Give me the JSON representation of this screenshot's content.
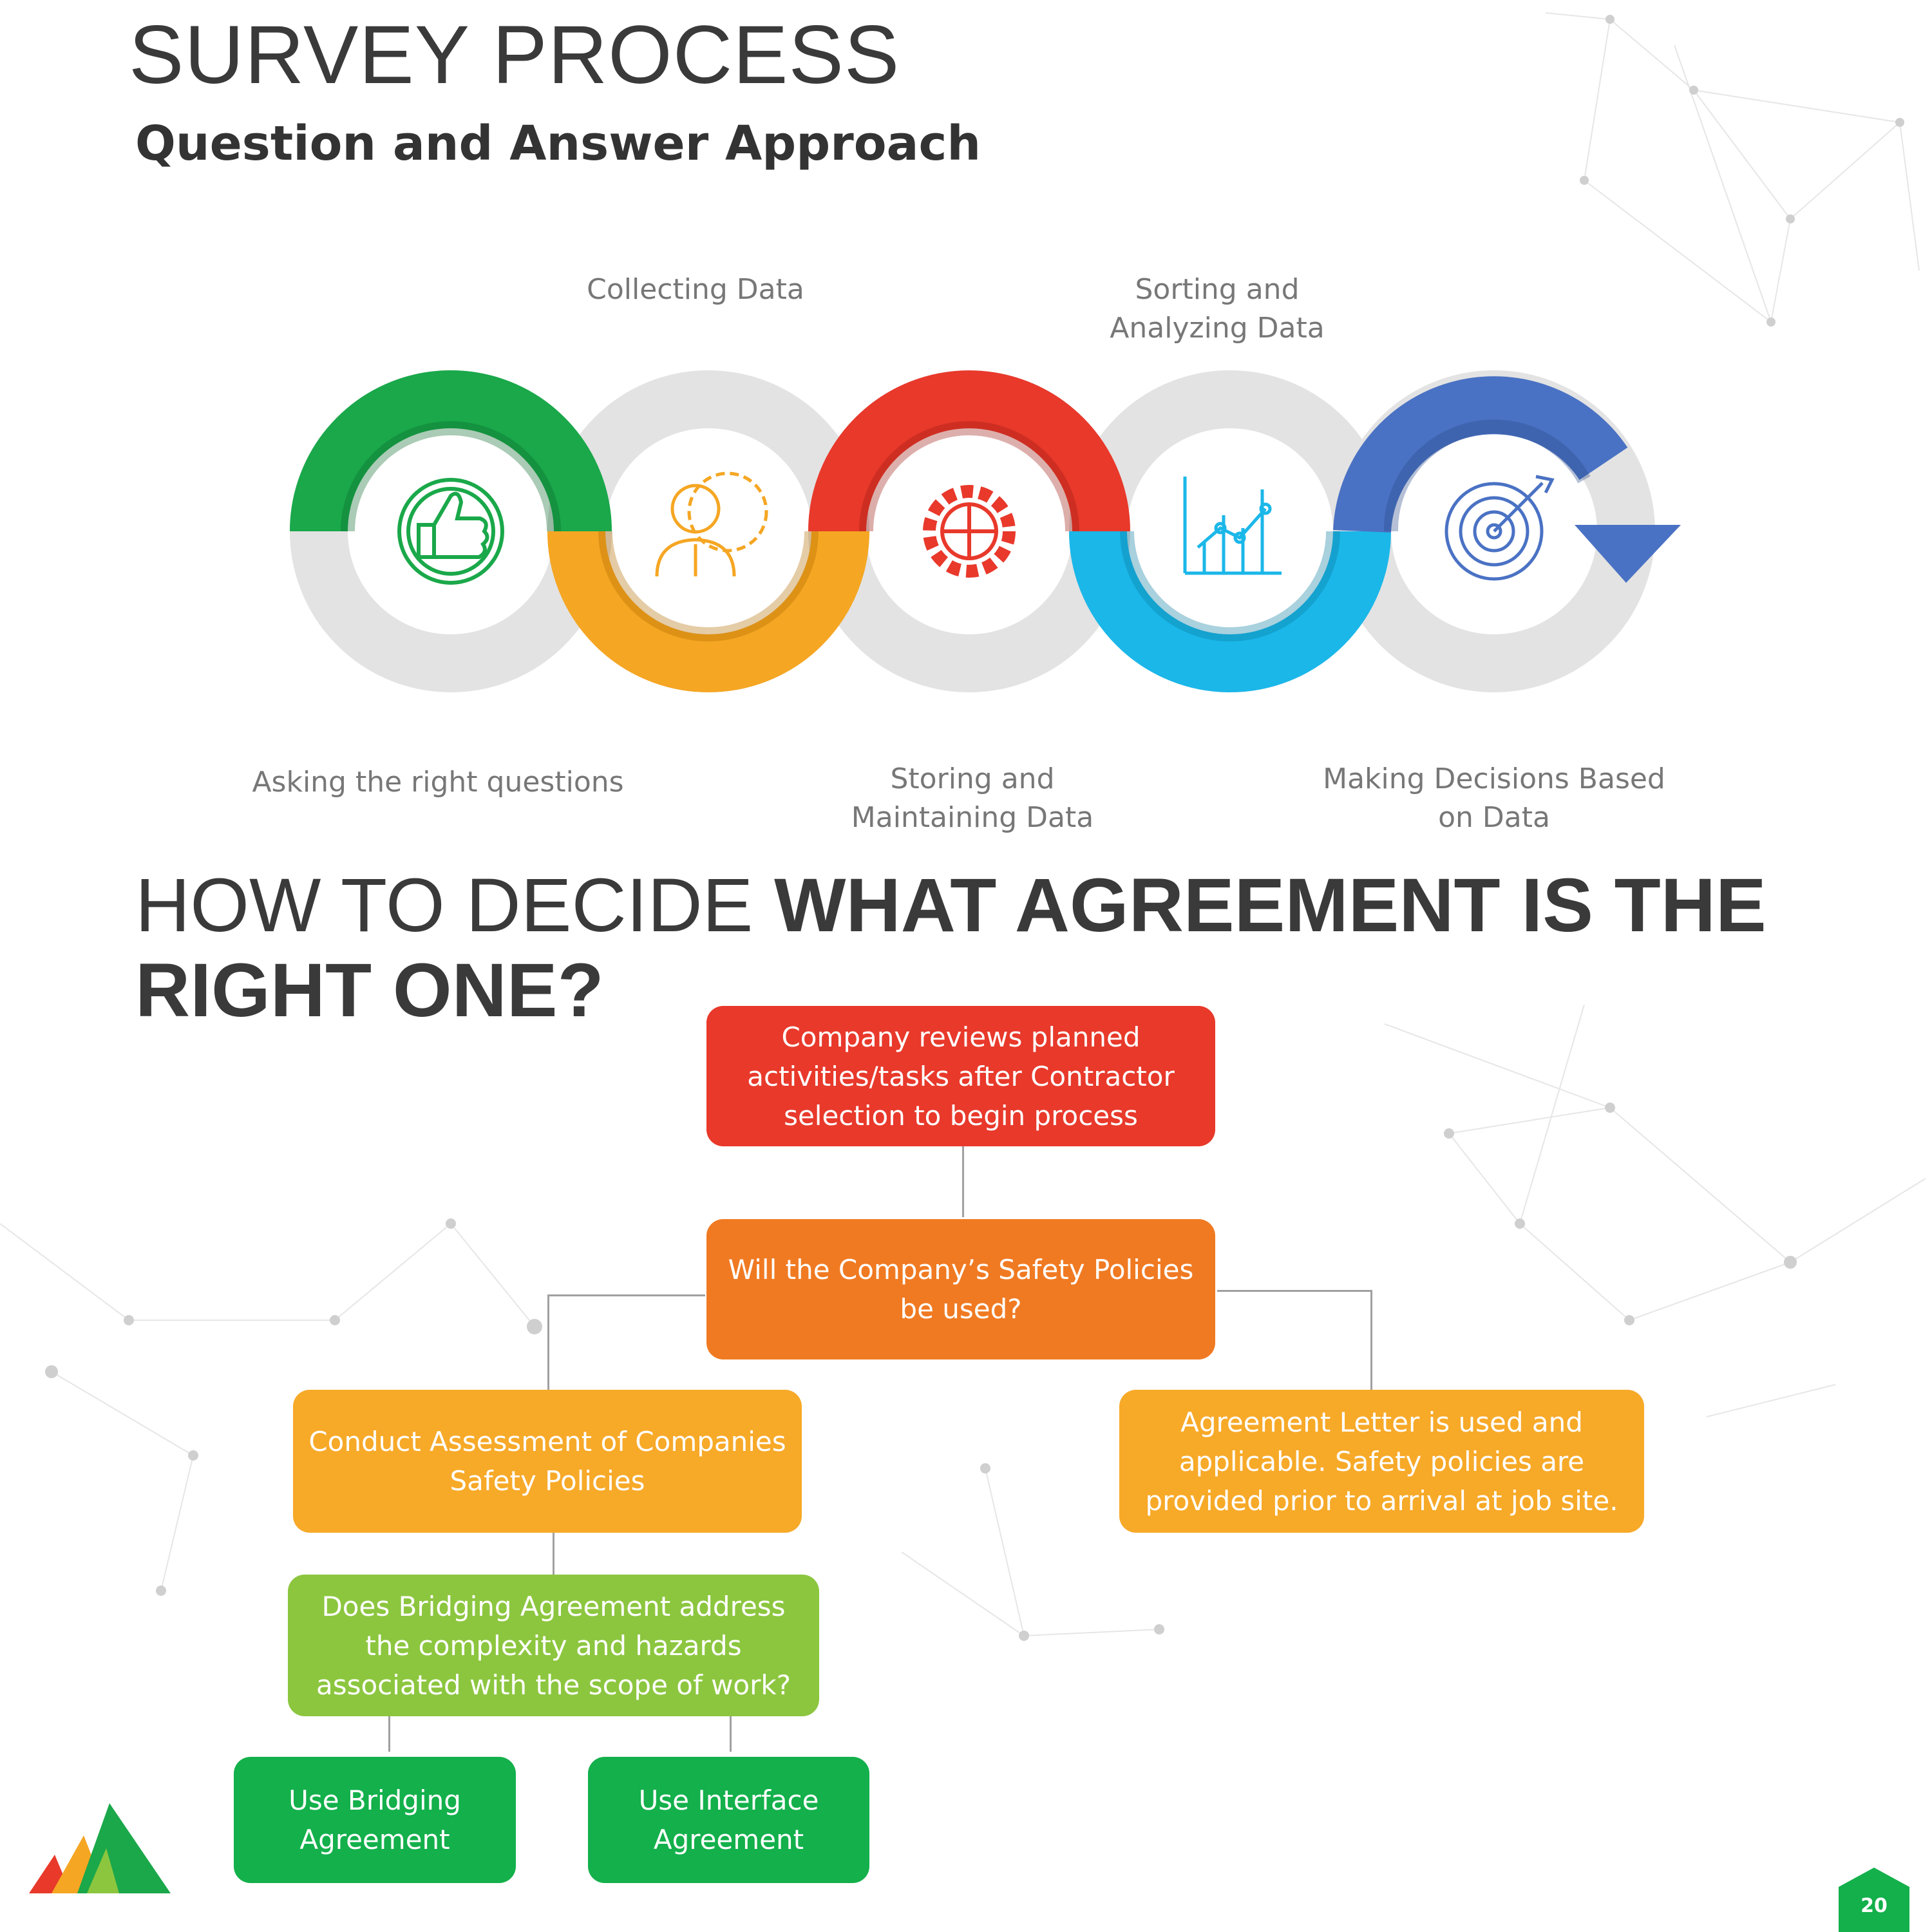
{
  "header": {
    "title": "SURVEY PROCESS",
    "subtitle": "Question and Answer Approach"
  },
  "process": {
    "top_labels": [
      "Collecting Data",
      "Sorting and Analyzing Data"
    ],
    "bottom_labels": [
      "Asking the right questions",
      "Storing and Maintaining Data",
      "Making Decisions Based on Data"
    ],
    "colors": {
      "green": "#1aa84a",
      "orange": "#f5a623",
      "red": "#e8392b",
      "cyan": "#1bb7e9",
      "blue": "#4a72c4",
      "grey_ring": "#e3e3e3"
    },
    "icons": [
      "thumbs-up-icon",
      "person-gear-icon",
      "gear-icon",
      "chart-icon",
      "target-icon"
    ]
  },
  "decision": {
    "heading_light": "HOW TO DECIDE ",
    "heading_bold": "WHAT AGREEMENT IS THE RIGHT ONE?",
    "box_start": "Company reviews planned activities/tasks after Contractor selection to begin process",
    "box_question": "Will the Company’s Safety Policies be used?",
    "box_assess": "Conduct Assessment of Companies Safety Policies",
    "box_letter": "Agreement Letter is  used and applicable. Safety policies are provided prior to arrival at job site.",
    "box_bridging_q": "Does Bridging Agreement address the complexity and hazards associated with the scope of work?",
    "box_use_bridging": "Use Bridging Agreement",
    "box_use_interface": "Use Interface Agreement",
    "colors": {
      "red": "#e8392b",
      "deep_orange": "#f07a22",
      "orange": "#f7a928",
      "light_green": "#8cc63f",
      "green": "#13b04b"
    }
  },
  "footer": {
    "page_number": "20"
  }
}
